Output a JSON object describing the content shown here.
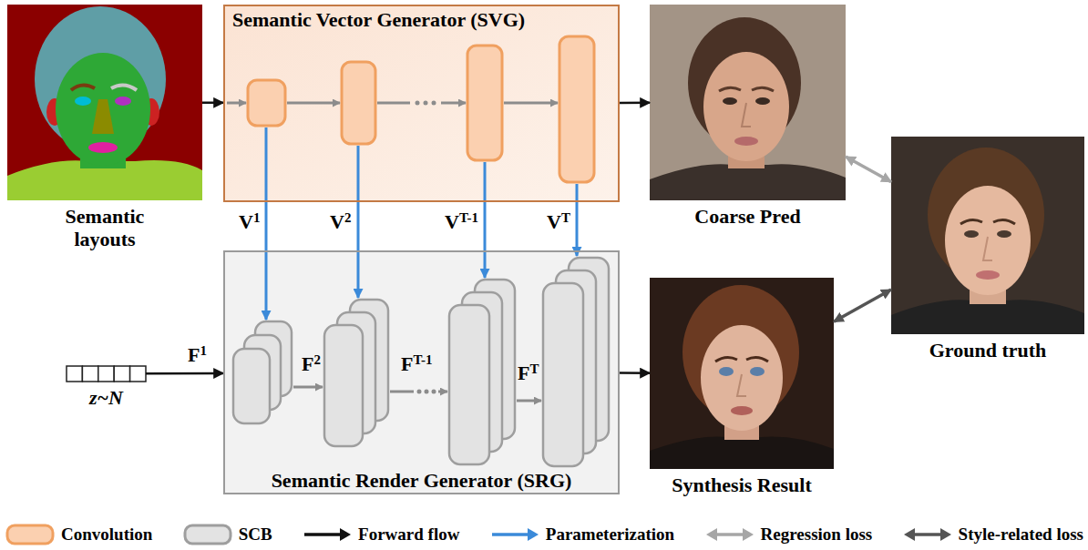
{
  "diagram": {
    "nodes": [
      {
        "text": [
          "Semantic layouts"
        ]
      },
      {
        "text": [
          "Semantic Vector Generator (SVG)"
        ]
      },
      {
        "text": [
          "Coarse Pred"
        ]
      },
      {
        "text": [
          "z~N"
        ]
      },
      {
        "text": [
          "Semantic Render Generator (SRG)"
        ]
      },
      {
        "text": [
          "Synthesis Result"
        ]
      },
      {
        "text": [
          "Ground truth"
        ]
      }
    ],
    "edges": [
      {
        "from": 0,
        "to": 1,
        "arrow": "to"
      },
      {
        "from": 1,
        "to": 2,
        "arrow": "to"
      },
      {
        "from": 3,
        "to": 4,
        "arrow": "to"
      },
      {
        "from": 4,
        "to": 5,
        "arrow": "to"
      },
      {
        "from": 2,
        "to": 6,
        "arrow": "both"
      },
      {
        "from": 5,
        "to": 6,
        "arrow": "both"
      }
    ],
    "labels": [
      "V1",
      "V2",
      "VT-1",
      "VT",
      "F1",
      "F2",
      "FT-1",
      "FT"
    ],
    "legend": [
      {
        "text": "Convolution"
      },
      {
        "text": "SCB"
      },
      {
        "text": "Forward flow"
      },
      {
        "text": "Parameterization"
      },
      {
        "text": "Regression loss"
      },
      {
        "text": "Style-related loss"
      }
    ]
  }
}
